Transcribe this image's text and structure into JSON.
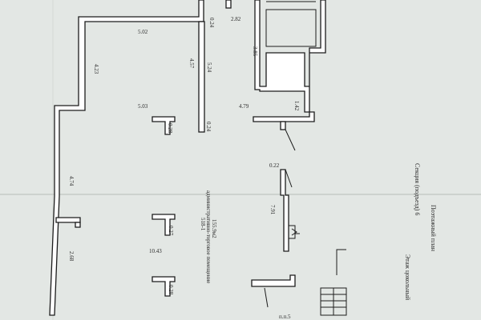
{
  "title_block": {
    "plan_type": "Поэтажный план",
    "section": "Секция (подъезд) 6",
    "floor": "Этаж цокольный"
  },
  "room": {
    "number": "518-1",
    "name": "административно-торговое помещение",
    "area": "155.9м2"
  },
  "dimensions": {
    "d_0_24_top": "0.24",
    "d_2_82": "2.82",
    "d_5_02": "5.02",
    "d_4_23": "4.23",
    "d_4_57": "4.57",
    "d_5_24": "5.24",
    "d_3_85": "3.85",
    "d_5_03": "5.03",
    "d_0_28_a": "0.28",
    "d_0_24_mid": "0.24",
    "d_4_79": "4.79",
    "d_1_42": "1.42",
    "d_0_22": "0.22",
    "d_4_74": "4.74",
    "d_7_91": "7.91",
    "d_0_27": "0.27",
    "d_2_68": "2.68",
    "d_10_43": "10.43",
    "d_0_28_b": "0.28"
  },
  "bottom_mark": "п.п.5"
}
